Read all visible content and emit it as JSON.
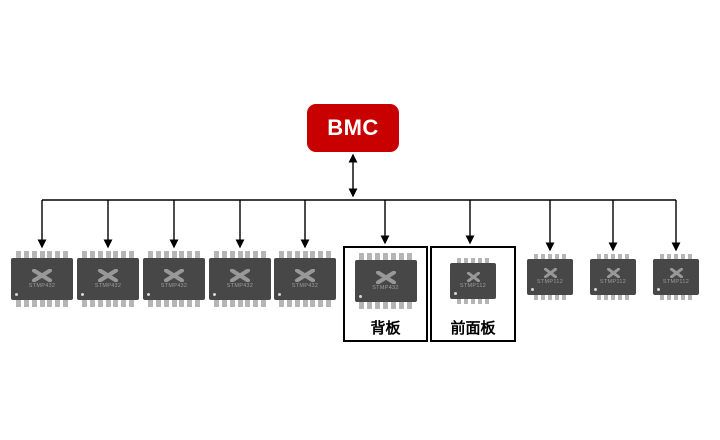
{
  "diagram": {
    "root": {
      "label": "BMC",
      "color": "#c80000"
    },
    "groups": [
      {
        "label": "背板"
      },
      {
        "label": "前面板"
      }
    ],
    "chips": [
      {
        "label": "STMP432",
        "package": "soic"
      },
      {
        "label": "STMP432",
        "package": "soic"
      },
      {
        "label": "STMP432",
        "package": "soic"
      },
      {
        "label": "STMP432",
        "package": "soic"
      },
      {
        "label": "STMP432",
        "package": "soic"
      },
      {
        "label": "STMP432",
        "package": "soic",
        "group": "背板"
      },
      {
        "label": "STMP112",
        "package": "qfn",
        "group": "前面板"
      },
      {
        "label": "STMP112",
        "package": "qfn"
      },
      {
        "label": "STMP112",
        "package": "qfn"
      },
      {
        "label": "STMP112",
        "package": "qfn"
      }
    ]
  }
}
